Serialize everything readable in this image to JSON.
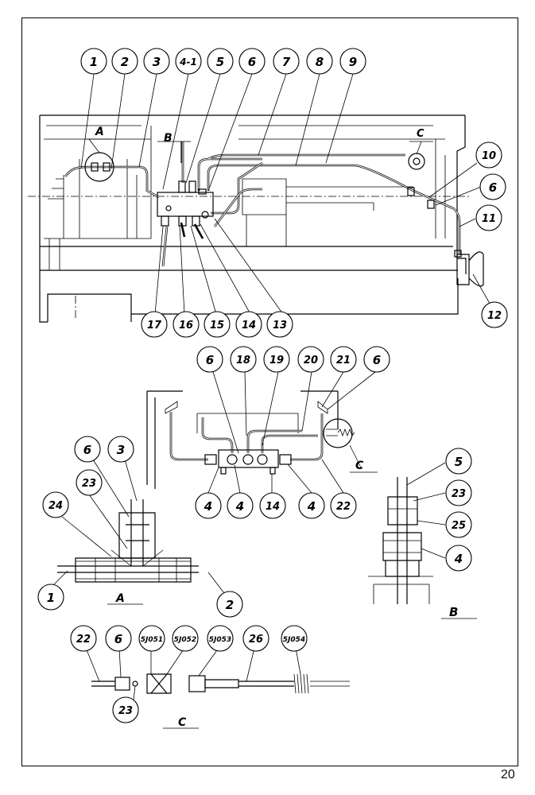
{
  "page_number": "20",
  "main_callouts": [
    "1",
    "2",
    "3",
    "4-1",
    "5",
    "6",
    "7",
    "8",
    "9",
    "10",
    "6",
    "11",
    "12",
    "13",
    "14",
    "15",
    "16",
    "17"
  ],
  "main_section_letters": [
    "A",
    "B",
    "C"
  ],
  "middle_callouts": [
    "6",
    "18",
    "19",
    "20",
    "21",
    "6",
    "4",
    "4",
    "14",
    "4",
    "22"
  ],
  "middle_section_letter": "C",
  "detail_a": {
    "callouts": [
      "6",
      "3",
      "23",
      "24",
      "1",
      "2"
    ],
    "title": "A"
  },
  "detail_b": {
    "callouts": [
      "5",
      "23",
      "25",
      "4"
    ],
    "title": "B"
  },
  "detail_c": {
    "callouts": [
      "22",
      "6",
      "5J051",
      "5J052",
      "5J053",
      "26",
      "5J054",
      "23"
    ],
    "title": "C"
  }
}
